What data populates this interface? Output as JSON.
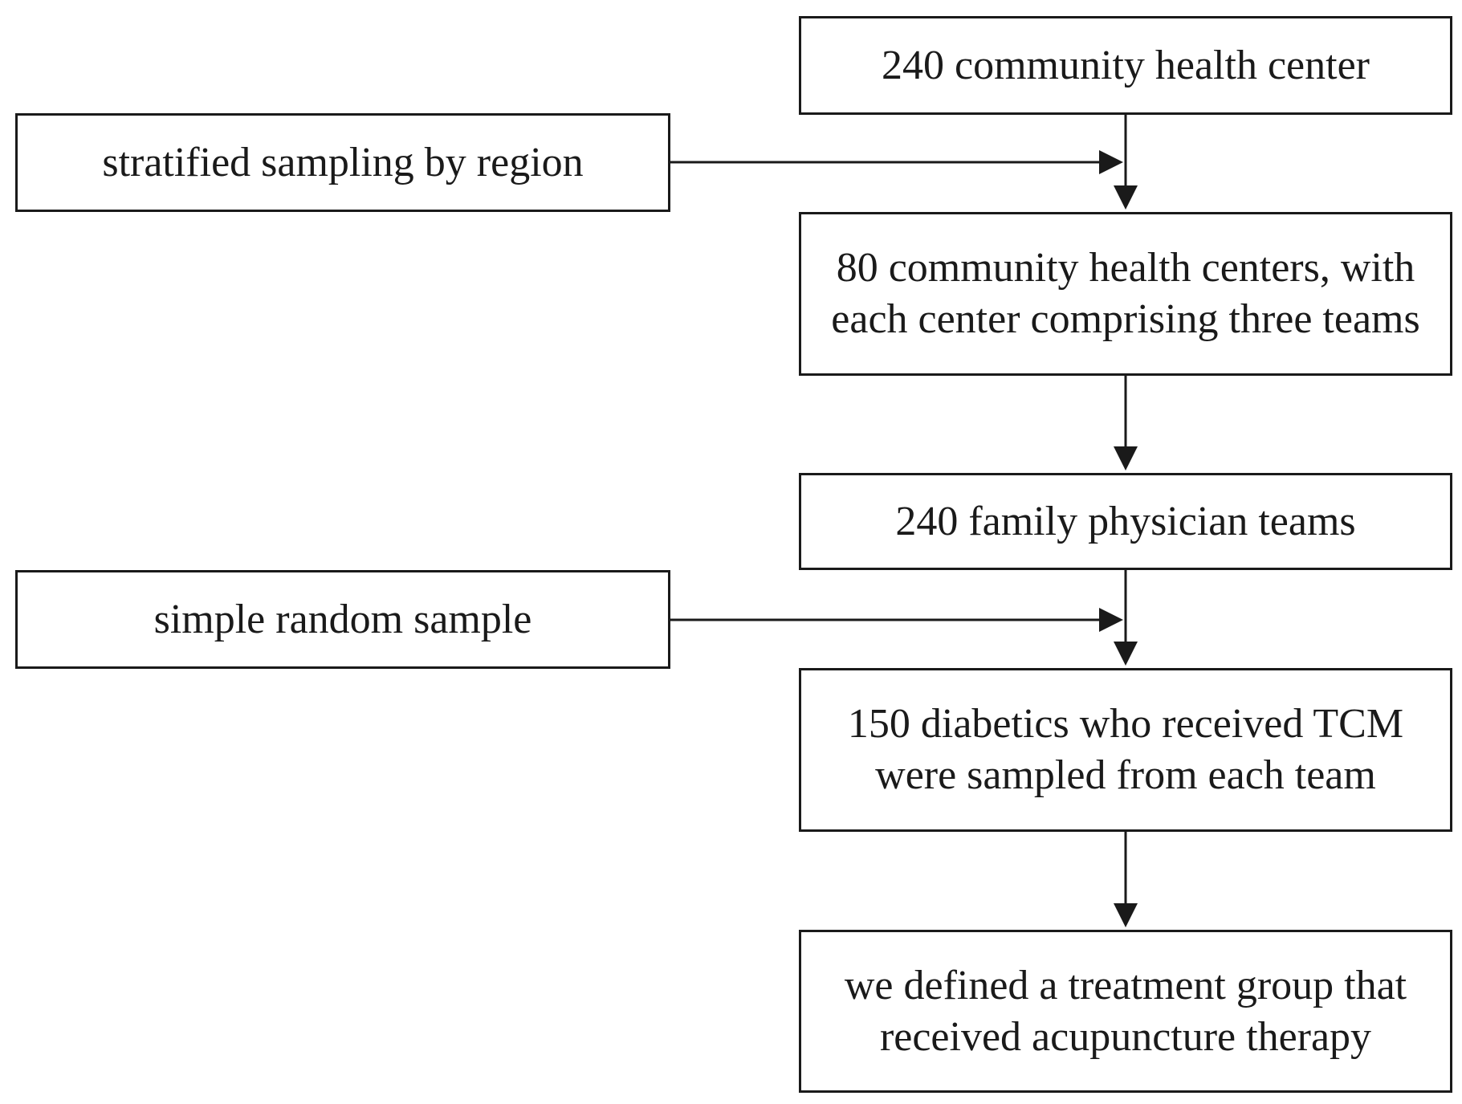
{
  "flowchart": {
    "steps": [
      "240 community health center",
      "80 community health centers, with each center comprising three teams",
      "240 family physician teams",
      "150 diabetics who received TCM were sampled from each team",
      "we defined a treatment group that received acupuncture therapy"
    ],
    "side_inputs": [
      "stratified sampling by region",
      "simple random sample"
    ]
  },
  "colors": {
    "stroke": "#1a1a1a",
    "background": "#ffffff"
  }
}
